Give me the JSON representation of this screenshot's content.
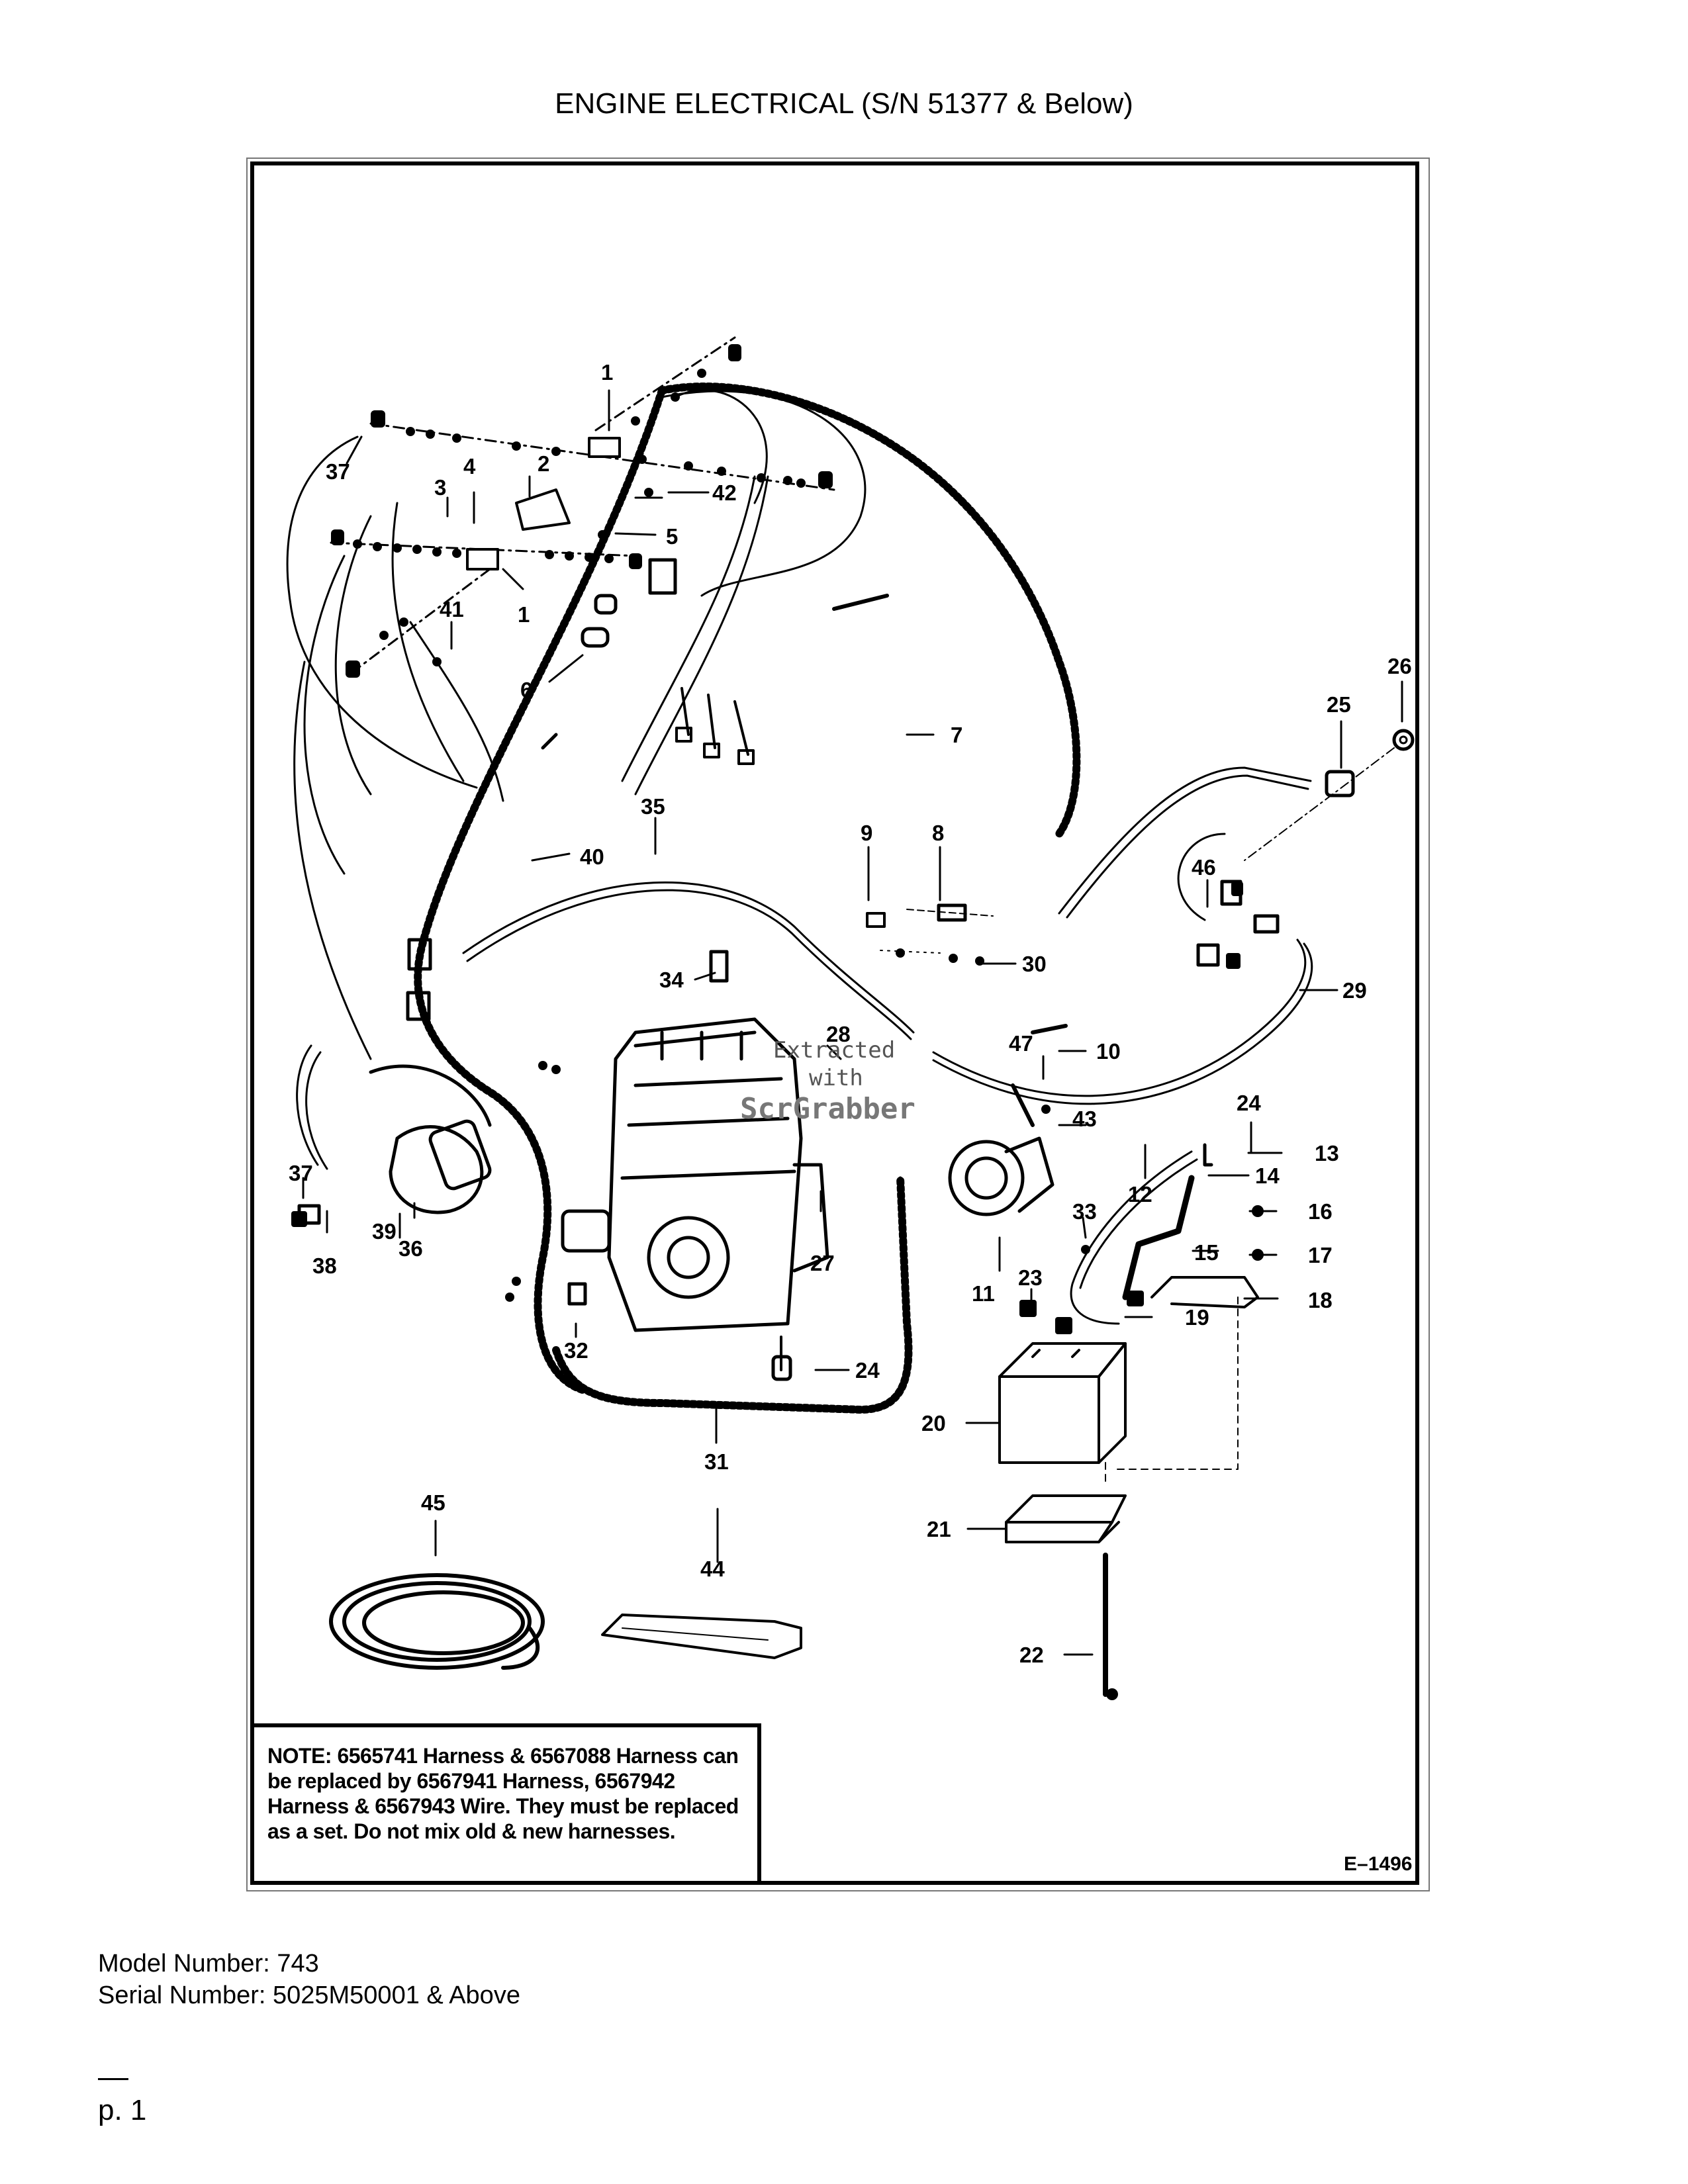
{
  "page": {
    "title": "ENGINE ELECTRICAL (S/N 51377 & Below)",
    "drawing_id": "E–1496",
    "model_number": "Model Number: 743",
    "serial_number": "Serial Number: 5025M50001 & Above",
    "page_number": "p. 1"
  },
  "note": {
    "label": "NOTE:",
    "text": "6565741 Harness & 6567088 Harness can be replaced by 6567941 Harness, 6567942 Harness & 6567943 Wire. They must be replaced as a set. Do not mix old & new harnesses."
  },
  "callouts": {
    "c1a": "1",
    "c1b": "1",
    "c2": "2",
    "c3": "3",
    "c4": "4",
    "c5": "5",
    "c6": "6",
    "c7": "7",
    "c8": "8",
    "c9": "9",
    "c10": "10",
    "c11": "11",
    "c12": "12",
    "c13": "13",
    "c14": "14",
    "c15": "15",
    "c16": "16",
    "c17": "17",
    "c18": "18",
    "c19": "19",
    "c20": "20",
    "c21": "21",
    "c22": "22",
    "c23": "23",
    "c24a": "24",
    "c24b": "24",
    "c25": "25",
    "c26": "26",
    "c27": "27",
    "c28": "28",
    "c29": "29",
    "c30": "30",
    "c31": "31",
    "c32": "32",
    "c33": "33",
    "c34": "34",
    "c35": "35",
    "c36": "36",
    "c37a": "37",
    "c37b": "37",
    "c38": "38",
    "c39": "39",
    "c40": "40",
    "c41": "41",
    "c42": "42",
    "c43": "43",
    "c44": "44",
    "c45": "45",
    "c46": "46",
    "c47": "47"
  },
  "watermark": {
    "line1": "Extracted",
    "line2": "with",
    "line3": "ScrGrabber"
  }
}
